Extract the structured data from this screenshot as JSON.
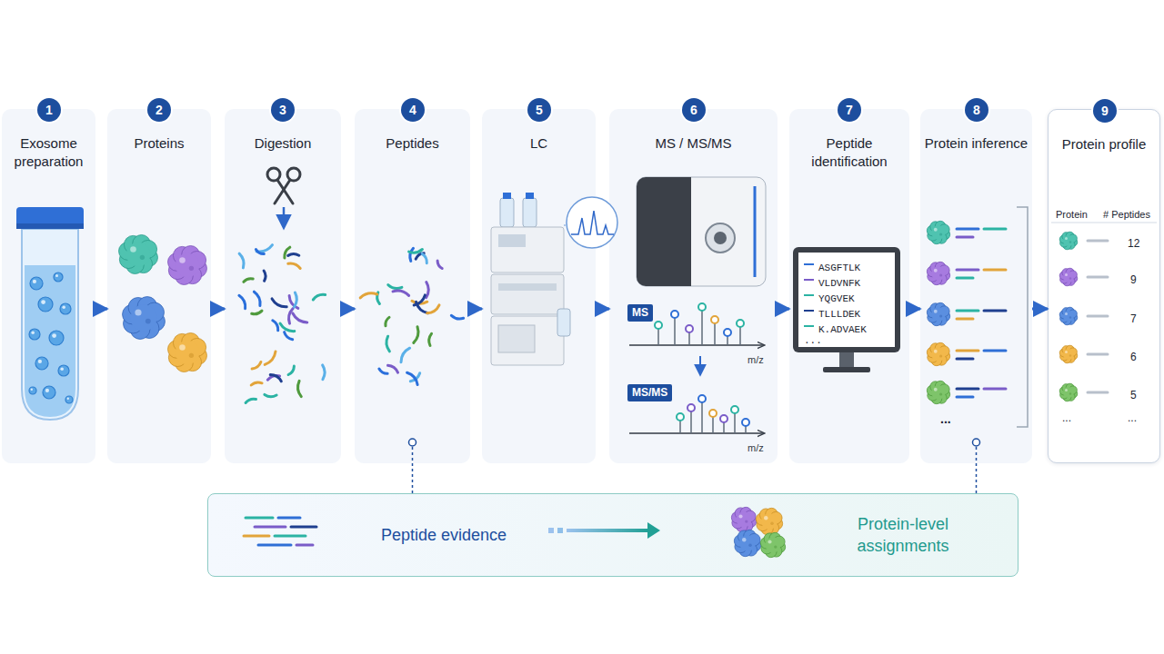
{
  "diagram": {
    "nodes": [
      {
        "text": [
          "Exosome preparation"
        ]
      },
      {
        "text": [
          "1"
        ],
        "in": 0
      },
      {
        "text": [
          "Proteins"
        ]
      },
      {
        "text": [
          "2"
        ],
        "in": 2
      },
      {
        "text": [
          "Digestion"
        ]
      },
      {
        "text": [
          "3"
        ],
        "in": 4
      },
      {
        "text": [
          "Peptides"
        ]
      },
      {
        "text": [
          "4"
        ],
        "in": 6
      },
      {
        "text": [
          "LC"
        ]
      },
      {
        "text": [
          "5"
        ],
        "in": 8
      },
      {
        "text": [
          "MS / MS/MS"
        ]
      },
      {
        "text": [
          "6"
        ],
        "in": 10
      },
      {
        "text": [
          "Peptide identification"
        ]
      },
      {
        "text": [
          "7"
        ],
        "in": 12
      },
      {
        "text": [
          "Protein inference"
        ]
      },
      {
        "text": [
          "8"
        ],
        "in": 14
      },
      {
        "text": [
          "Protein profile"
        ]
      },
      {
        "text": [
          "9"
        ],
        "in": 16
      },
      {
        "text": [
          "Peptide evidence",
          "Protein-level assignments"
        ]
      }
    ],
    "edges": [
      {
        "from": 0,
        "to": 2,
        "arrow": "to"
      },
      {
        "from": 2,
        "to": 4,
        "arrow": "to"
      },
      {
        "from": 4,
        "to": 6,
        "arrow": "to"
      },
      {
        "from": 6,
        "to": 8,
        "arrow": "to"
      },
      {
        "from": 8,
        "to": 10,
        "arrow": "to"
      },
      {
        "from": 10,
        "to": 12,
        "arrow": "to"
      },
      {
        "from": 12,
        "to": 14,
        "arrow": "to"
      },
      {
        "from": 14,
        "to": 16,
        "arrow": "to"
      },
      {
        "from": 6,
        "to": 18,
        "arrow": "none"
      },
      {
        "from": 14,
        "to": 18,
        "arrow": "none"
      }
    ],
    "labels": [
      "MS",
      "m/z",
      "MS/MS",
      "m/z",
      "ASGFTLK",
      "VLDVNFK",
      "YQGVEK",
      "TLLLDEK",
      "K.ADVAEK",
      "...",
      "...",
      "Protein",
      "# Peptides",
      "12",
      "9",
      "7",
      "6",
      "5",
      "...",
      "..."
    ]
  }
}
